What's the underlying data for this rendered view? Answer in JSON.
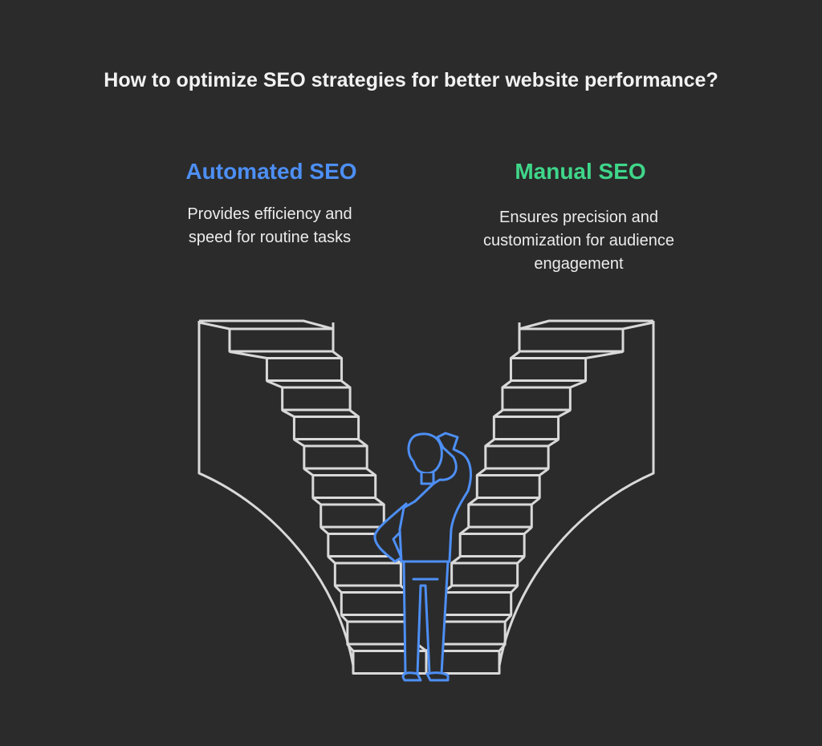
{
  "title": "How to optimize SEO strategies for better website performance?",
  "options": [
    {
      "heading": "Automated SEO",
      "description": "Provides efficiency and speed for routine tasks",
      "color": "#4d8ff5"
    },
    {
      "heading": "Manual SEO",
      "description": "Ensures precision and customization for audience engagement",
      "color": "#3fd68a"
    }
  ],
  "colors": {
    "stairs": "#d9d9d9",
    "figure": "#4d8ff5",
    "background": "#2b2b2b"
  }
}
